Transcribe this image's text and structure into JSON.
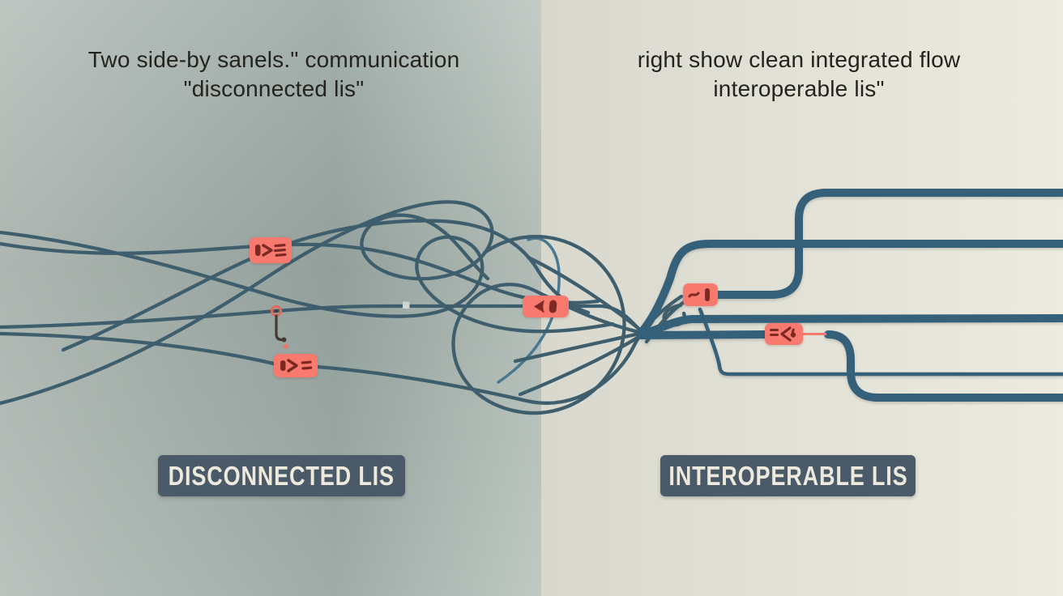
{
  "headings": {
    "left_line1": "Two side-by sanels.\" communication",
    "left_line2": "\"disconnected lis\"",
    "right_line1": "right show clean integrated flow",
    "right_line2": "interoperable lis\""
  },
  "labels": {
    "left": "DISCONNECTED LIS",
    "right": "INTEROPERABLE LIS"
  },
  "connectors": [
    {
      "name": "plug-chevron-bars-connector",
      "panel": "left-top"
    },
    {
      "name": "plug-chevron-equals-connector",
      "panel": "left-bottom"
    },
    {
      "name": "chevron-pill-connector",
      "panel": "middle"
    },
    {
      "name": "squiggle-pill-connector",
      "panel": "right-upper"
    },
    {
      "name": "equals-chevron-dot-connector",
      "panel": "right-lower"
    }
  ],
  "colors": {
    "left_bg_start": "#b6bfba",
    "left_bg_mid": "#9aa8a3",
    "left_bg_end": "#bcc6c0",
    "right_bg_start": "#d8d8ce",
    "right_bg_end": "#edebdf",
    "wire": "#3e5e6d",
    "wire_right": "#35607a",
    "wire_light": "#4a7890",
    "connector_fill": "#f8796d",
    "connector_glyph": "#7e2a24",
    "label_bg": "#4a5a68",
    "label_text": "#ede9dc",
    "heading_text": "#24231f"
  }
}
